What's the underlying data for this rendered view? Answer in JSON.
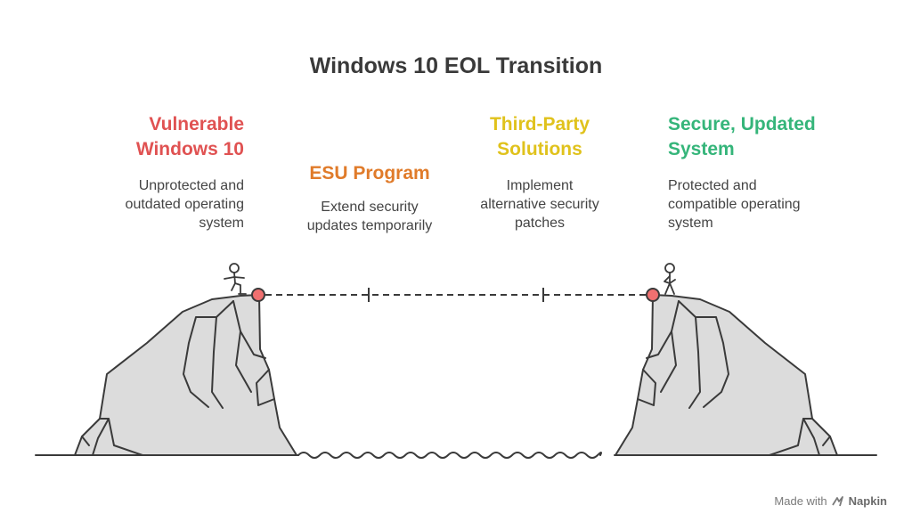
{
  "title": "Windows 10 EOL Transition",
  "colors": {
    "stage1": "#e05252",
    "stage2": "#e07b2a",
    "stage3": "#e0c21c",
    "stage4": "#35b57a",
    "rock_fill": "#dcdcdc",
    "outline": "#3a3a3a",
    "marker": "#f07070"
  },
  "stages": [
    {
      "title": "Vulnerable\nWindows 10",
      "description": "Unprotected and\noutdated operating\nsystem"
    },
    {
      "title": "ESU Program",
      "description": "Extend security\nupdates temporarily"
    },
    {
      "title": "Third-Party\nSolutions",
      "description": "Implement\nalternative security\npatches"
    },
    {
      "title": "Secure, Updated\nSystem",
      "description": "Protected and\ncompatible operating\nsystem"
    }
  ],
  "footer": {
    "prefix": "Made with",
    "brand": "Napkin",
    "icon": "napkin-logo-icon"
  }
}
